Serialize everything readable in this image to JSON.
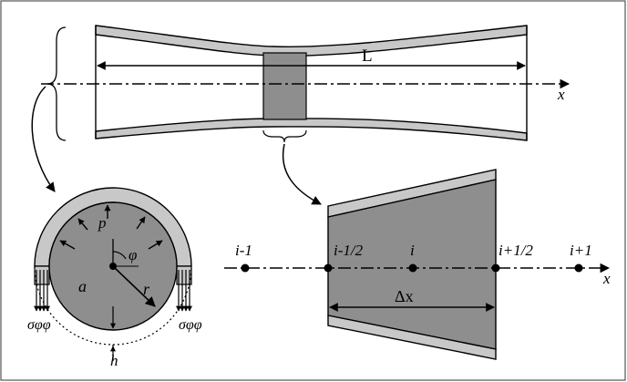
{
  "labels": {
    "length": "L",
    "x_axis_top": "x",
    "x_axis_bottom": "x",
    "pressure": "p",
    "angle": "φ",
    "radius_a": "a",
    "radius_r": "r",
    "stress_left": "σφφ",
    "stress_right": "σφφ",
    "thickness": "h",
    "node_im1": "i-1",
    "node_imh": "i-1/2",
    "node_i": "i",
    "node_iph": "i+1/2",
    "node_ip1": "i+1",
    "dx": "Δx"
  },
  "colors": {
    "wall": "#c8c8c8",
    "section": "#8e8e8e",
    "line": "#000000"
  }
}
